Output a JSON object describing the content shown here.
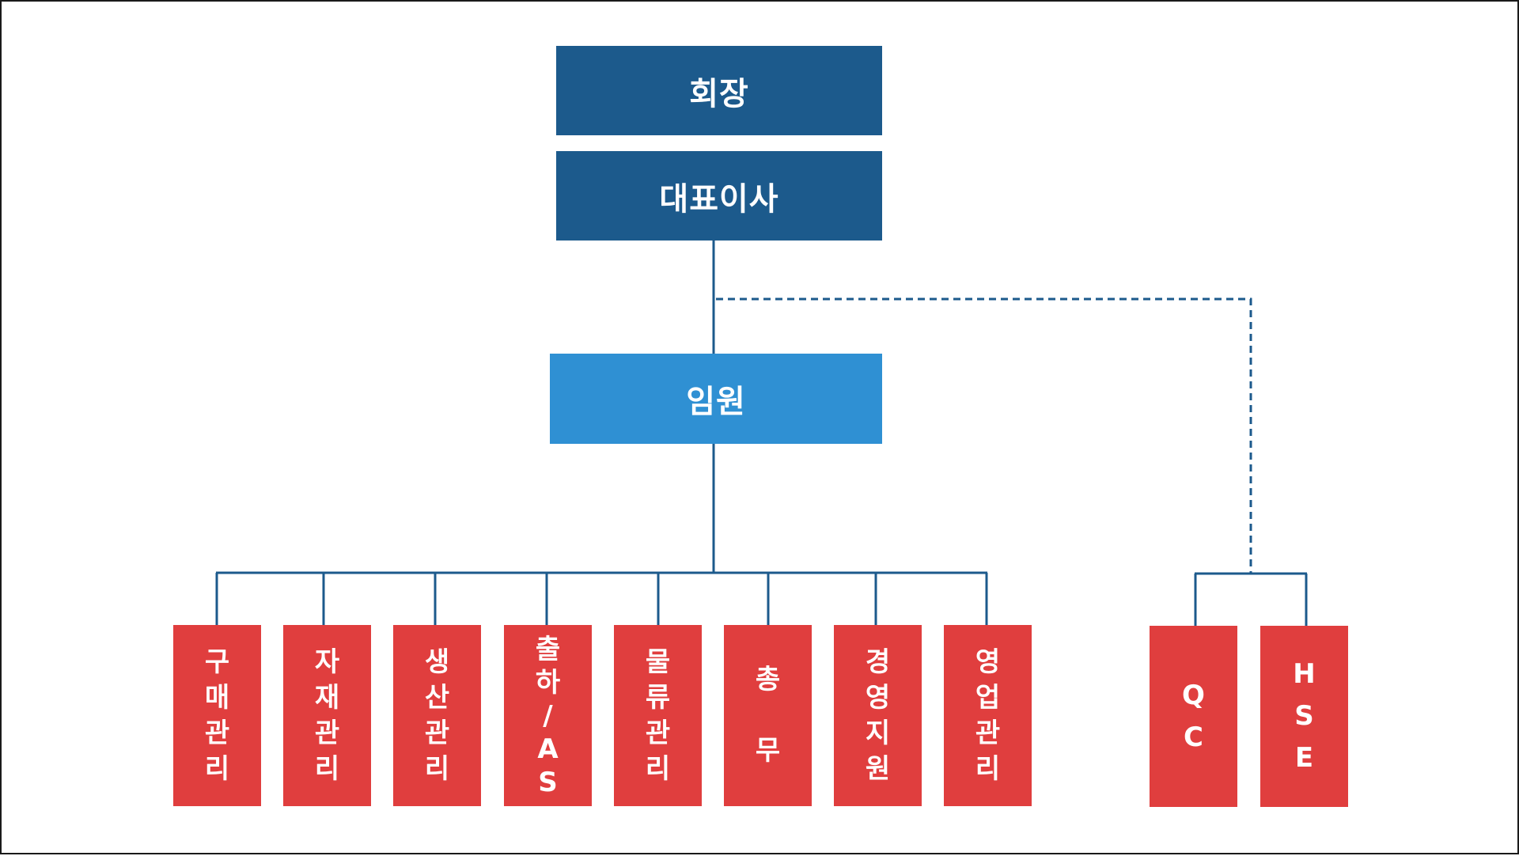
{
  "chairman": "회장",
  "ceo": "대표이사",
  "executives": "임원",
  "departments": [
    [
      "구",
      "매",
      "관",
      "리"
    ],
    [
      "자",
      "재",
      "관",
      "리"
    ],
    [
      "생",
      "산",
      "관",
      "리"
    ],
    [
      "출",
      "하",
      "/",
      "A",
      "S"
    ],
    [
      "물",
      "류",
      "관",
      "리"
    ],
    [
      "총",
      "",
      "무"
    ],
    [
      "경",
      "영",
      "지",
      "원"
    ],
    [
      "영",
      "업",
      "관",
      "리"
    ]
  ],
  "quality_units": [
    [
      "Q",
      "C"
    ],
    [
      "H",
      "S",
      "E"
    ]
  ],
  "colors": {
    "top": "#1c5a8c",
    "executive": "#2f90d3",
    "department": "#e03e3e",
    "line": "#1c5a8c"
  }
}
